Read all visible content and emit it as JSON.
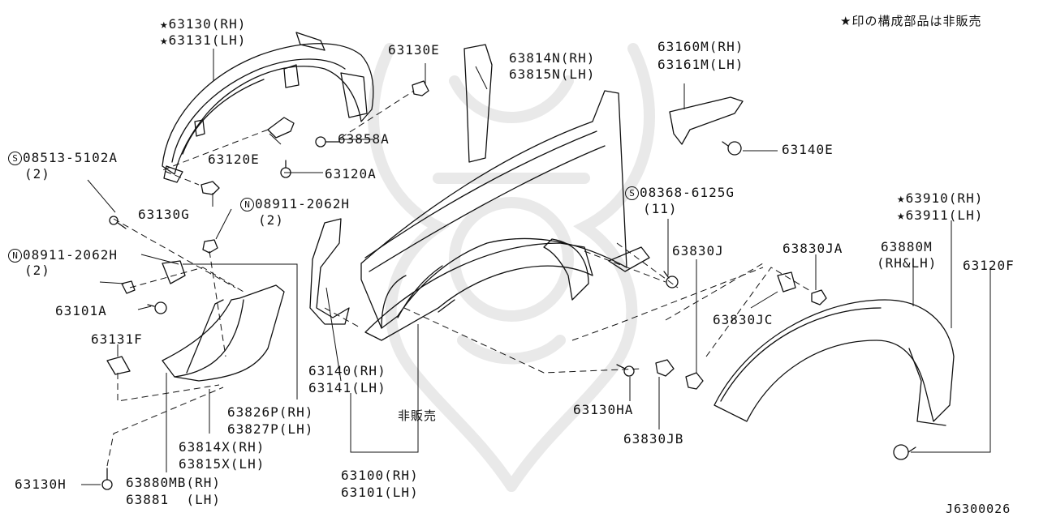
{
  "note": "★印の構成部品は非販売",
  "diagram_id": "J6300026",
  "not_sold": "非販売",
  "labels": {
    "p63130_rh": "★63130(RH)",
    "p63131_lh": "★63131(LH)",
    "p63130E": "63130E",
    "p63814N_rh": "63814N(RH)",
    "p63815N_lh": "63815N(LH)",
    "p63160M_rh": "63160M(RH)",
    "p63161M_lh": "63161M(LH)",
    "p63858A": "63858A",
    "p63120E": "63120E",
    "p63120A": "63120A",
    "p63140E": "63140E",
    "s08513": "08513-5102A",
    "s08513_qty": "(2)",
    "p63130G": "63130G",
    "n08911_a": "08911-2062H",
    "n08911_a_qty": "(2)",
    "s08368": "08368-6125G",
    "s08368_qty": "(11)",
    "p63910_rh": "★63910(RH)",
    "p63911_lh": "★63911(LH)",
    "n08911_b": "08911-2062H",
    "n08911_b_qty": "(2)",
    "p63830J": "63830J",
    "p63830JA": "63830JA",
    "p63880M": "63880M",
    "p63880M_side": "(RH&LH)",
    "p63120F": "63120F",
    "p63101A": "63101A",
    "p63830JC": "63830JC",
    "p63131F": "63131F",
    "p63140_rh": "63140(RH)",
    "p63141_lh": "63141(LH)",
    "p63130HA": "63130HA",
    "p63826P_rh": "63826P(RH)",
    "p63827P_lh": "63827P(LH)",
    "p63830JB": "63830JB",
    "p63814X_rh": "63814X(RH)",
    "p63815X_lh": "63815X(LH)",
    "p63130H": "63130H",
    "p63880MB_rh": "63880MB(RH)",
    "p63881_lh": "63881  (LH)",
    "p63100_rh": "63100(RH)",
    "p63101_lh": "63101(LH)"
  },
  "symbols": {
    "screw": "S",
    "nut": "N"
  }
}
